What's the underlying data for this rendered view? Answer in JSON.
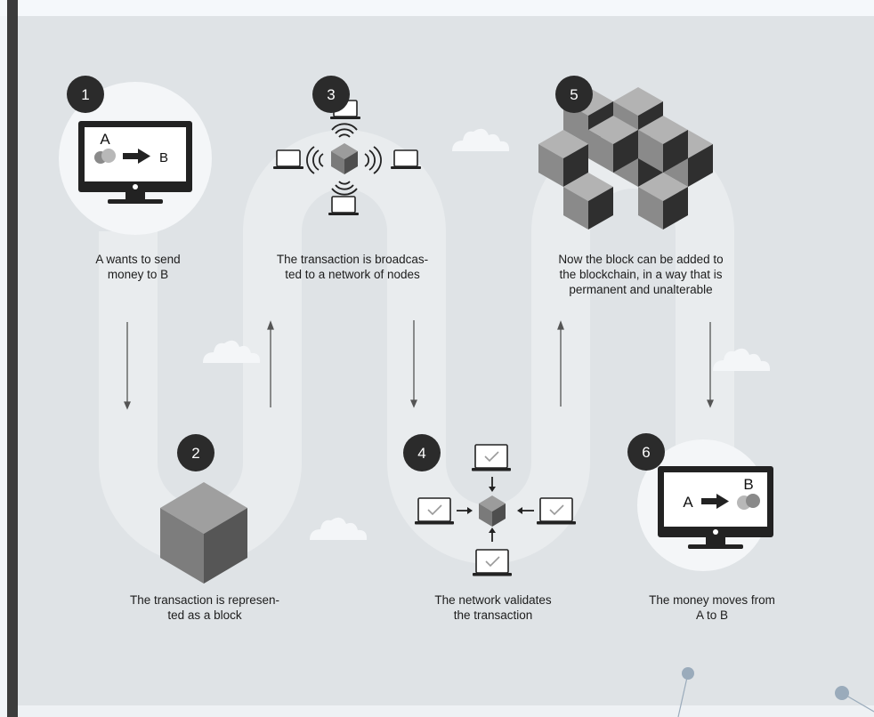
{
  "steps": [
    {
      "number": "1",
      "caption": "A wants to send\nmoney to B"
    },
    {
      "number": "2",
      "caption": "The transaction is represen-\nted as a block"
    },
    {
      "number": "3",
      "caption": "The transaction is broadcas-\nted to a network of nodes"
    },
    {
      "number": "4",
      "caption": "The network validates\nthe transaction"
    },
    {
      "number": "5",
      "caption": "Now the block can be added to\nthe blockchain, in a way that is\npermanent and unalterable"
    },
    {
      "number": "6",
      "caption": "The money moves from\nA to B"
    }
  ],
  "labels": {
    "a": "A",
    "b": "B"
  }
}
